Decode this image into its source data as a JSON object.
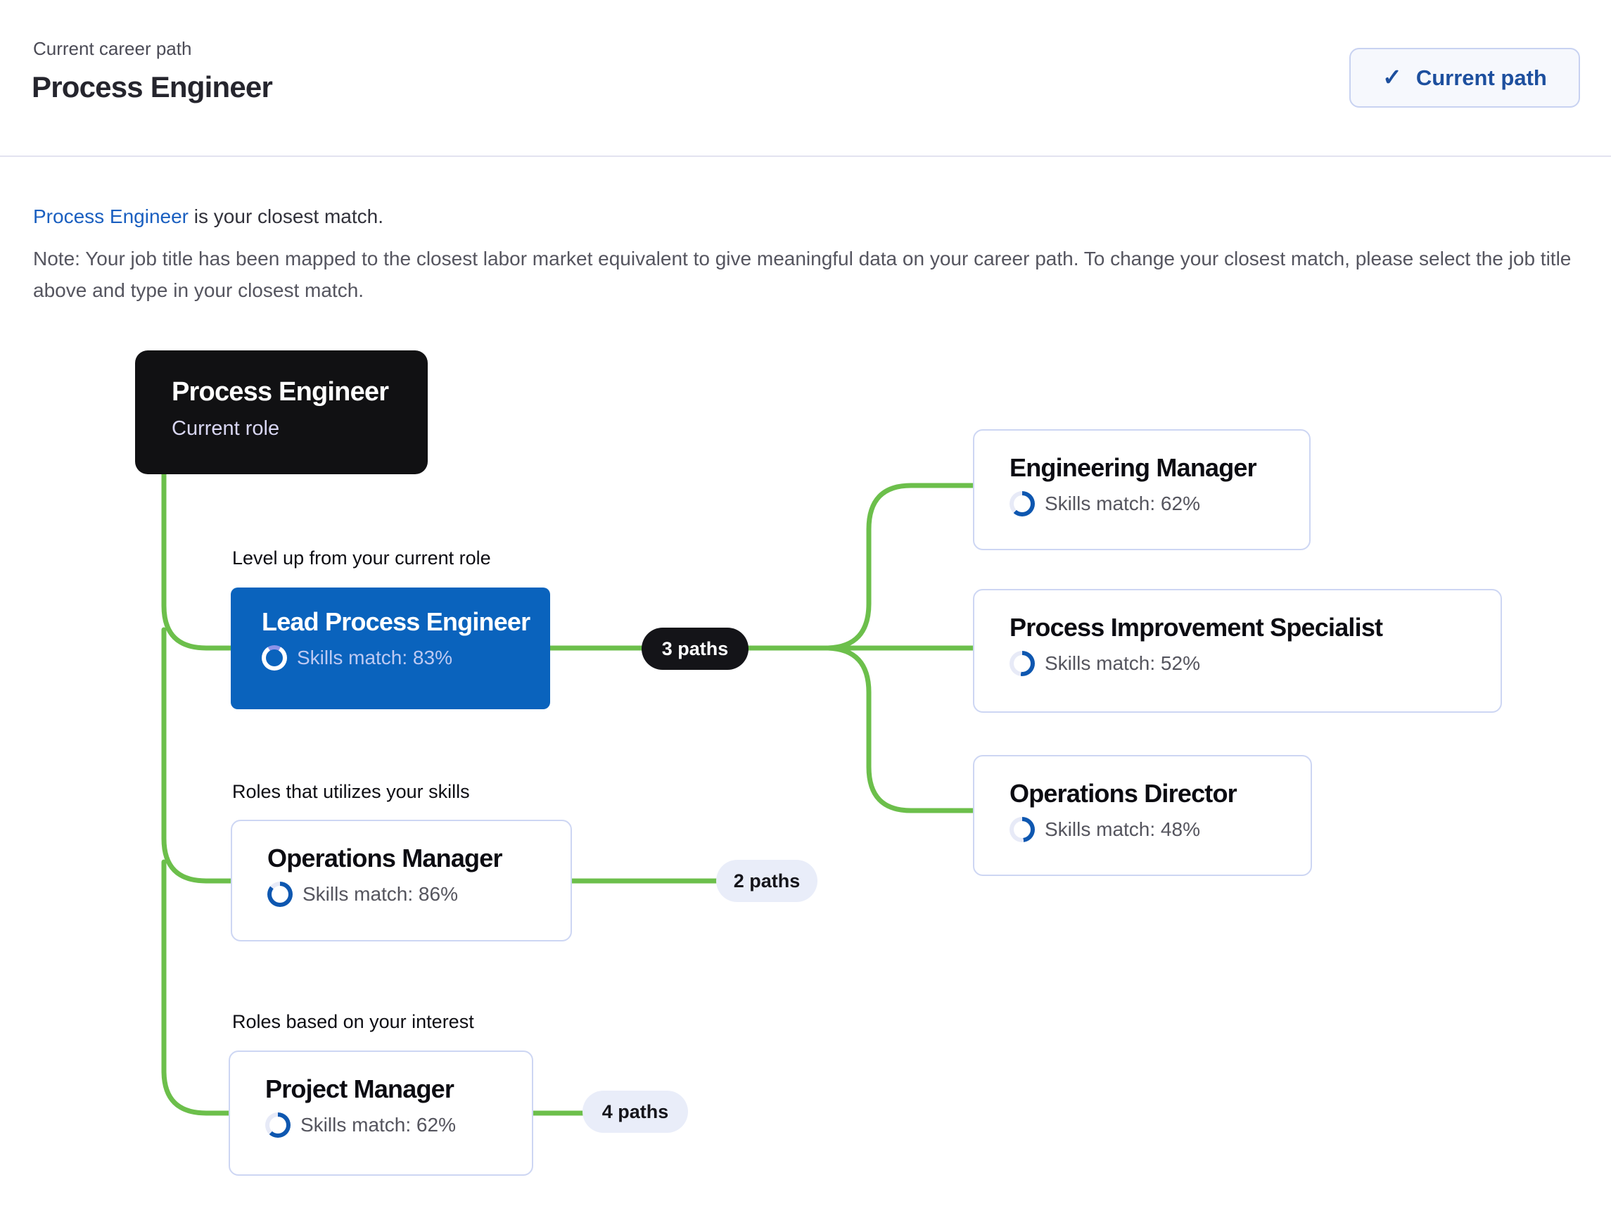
{
  "header": {
    "eyebrow": "Current career path",
    "title": "Process Engineer",
    "button": {
      "label": "Current path",
      "icon": "check"
    }
  },
  "intro": {
    "link_text": "Process Engineer",
    "suffix": " is your closest match.",
    "note": "Note: Your job title has been mapped to the closest labor market equivalent to give meaningful data on your career path. To change your closest match, please select the job title above and type in your closest match."
  },
  "diagram": {
    "current": {
      "title": "Process Engineer",
      "subtitle": "Current role"
    },
    "sections": {
      "level_up": "Level up from your current role",
      "skills": "Roles that utilizes your skills",
      "interest": "Roles based on your interest"
    },
    "nodes": {
      "lead": {
        "title": "Lead Process Engineer",
        "skills": "Skills match: 83%",
        "pct": 83,
        "badge": "3 paths"
      },
      "engineering_manager": {
        "title": "Engineering Manager",
        "skills": "Skills match: 62%",
        "pct": 62
      },
      "process_improvement_specialist": {
        "title": "Process Improvement Specialist",
        "skills": "Skills match: 52%",
        "pct": 52
      },
      "operations_director": {
        "title": "Operations Director",
        "skills": "Skills match: 48%",
        "pct": 48
      },
      "operations_manager": {
        "title": "Operations Manager",
        "skills": "Skills match: 86%",
        "pct": 86,
        "badge": "2 paths"
      },
      "project_manager": {
        "title": "Project Manager",
        "skills": "Skills match: 62%",
        "pct": 62,
        "badge": "4 paths"
      }
    }
  },
  "colors": {
    "accent_green": "#6cbf4b",
    "primary_blue": "#0a63bd",
    "link_blue": "#1a5fc0",
    "button_blue": "#1d4f9e",
    "node_black": "#111113",
    "card_border": "#cdd6f3",
    "pill_light_bg": "#e9edf9",
    "ring_rest_light": "#8e93e9"
  }
}
